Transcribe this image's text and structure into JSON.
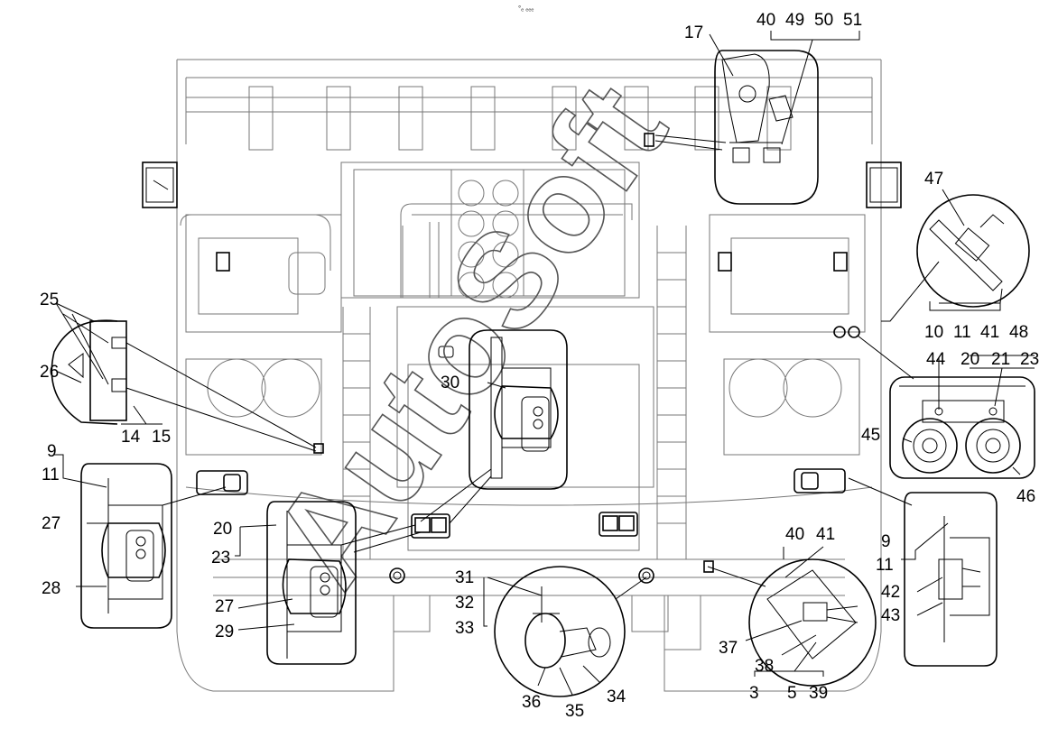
{
  "page_mark": "°ₑ ₑₑₑ",
  "watermark": "AutoSoft",
  "callouts": [
    {
      "id": "c17",
      "text": "17"
    },
    {
      "id": "c40a",
      "text": "40"
    },
    {
      "id": "c49",
      "text": "49"
    },
    {
      "id": "c50",
      "text": "50"
    },
    {
      "id": "c51",
      "text": "51"
    },
    {
      "id": "c47",
      "text": "47"
    },
    {
      "id": "c10",
      "text": "10"
    },
    {
      "id": "c11a",
      "text": "11"
    },
    {
      "id": "c41a",
      "text": "41"
    },
    {
      "id": "c48",
      "text": "48"
    },
    {
      "id": "c44",
      "text": "44"
    },
    {
      "id": "c20a",
      "text": "20"
    },
    {
      "id": "c21",
      "text": "21"
    },
    {
      "id": "c23a",
      "text": "23"
    },
    {
      "id": "c45",
      "text": "45"
    },
    {
      "id": "c46",
      "text": "46"
    },
    {
      "id": "c25",
      "text": "25"
    },
    {
      "id": "c26",
      "text": "26"
    },
    {
      "id": "c14",
      "text": "14"
    },
    {
      "id": "c15",
      "text": "15"
    },
    {
      "id": "c30",
      "text": "30"
    },
    {
      "id": "c9a",
      "text": "9"
    },
    {
      "id": "c11b",
      "text": "11"
    },
    {
      "id": "c27a",
      "text": "27"
    },
    {
      "id": "c28",
      "text": "28"
    },
    {
      "id": "c20b",
      "text": "20"
    },
    {
      "id": "c23b",
      "text": "23"
    },
    {
      "id": "c27b",
      "text": "27"
    },
    {
      "id": "c29",
      "text": "29"
    },
    {
      "id": "c31",
      "text": "31"
    },
    {
      "id": "c32",
      "text": "32"
    },
    {
      "id": "c33",
      "text": "33"
    },
    {
      "id": "c36",
      "text": "36"
    },
    {
      "id": "c35",
      "text": "35"
    },
    {
      "id": "c34",
      "text": "34"
    },
    {
      "id": "c40b",
      "text": "40"
    },
    {
      "id": "c41b",
      "text": "41"
    },
    {
      "id": "c37",
      "text": "37"
    },
    {
      "id": "c38",
      "text": "38"
    },
    {
      "id": "c3",
      "text": "3"
    },
    {
      "id": "c5",
      "text": "5"
    },
    {
      "id": "c39",
      "text": "39"
    },
    {
      "id": "c9b",
      "text": "9"
    },
    {
      "id": "c11c",
      "text": "11"
    },
    {
      "id": "c42",
      "text": "42"
    },
    {
      "id": "c43",
      "text": "43"
    }
  ]
}
